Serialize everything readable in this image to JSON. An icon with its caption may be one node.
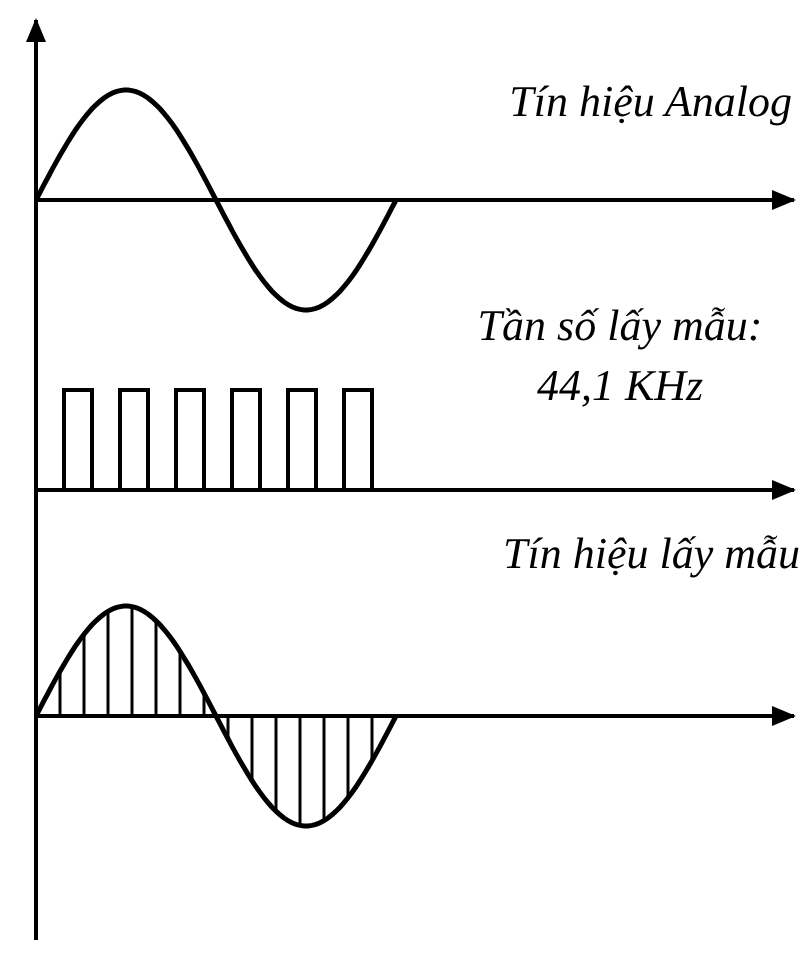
{
  "diagram": {
    "labels": [
      "Tín hiệu Analog",
      "Tần số lấy mẫu: 44,1 KHz",
      "Tín hiệu lấy mẫu"
    ]
  }
}
